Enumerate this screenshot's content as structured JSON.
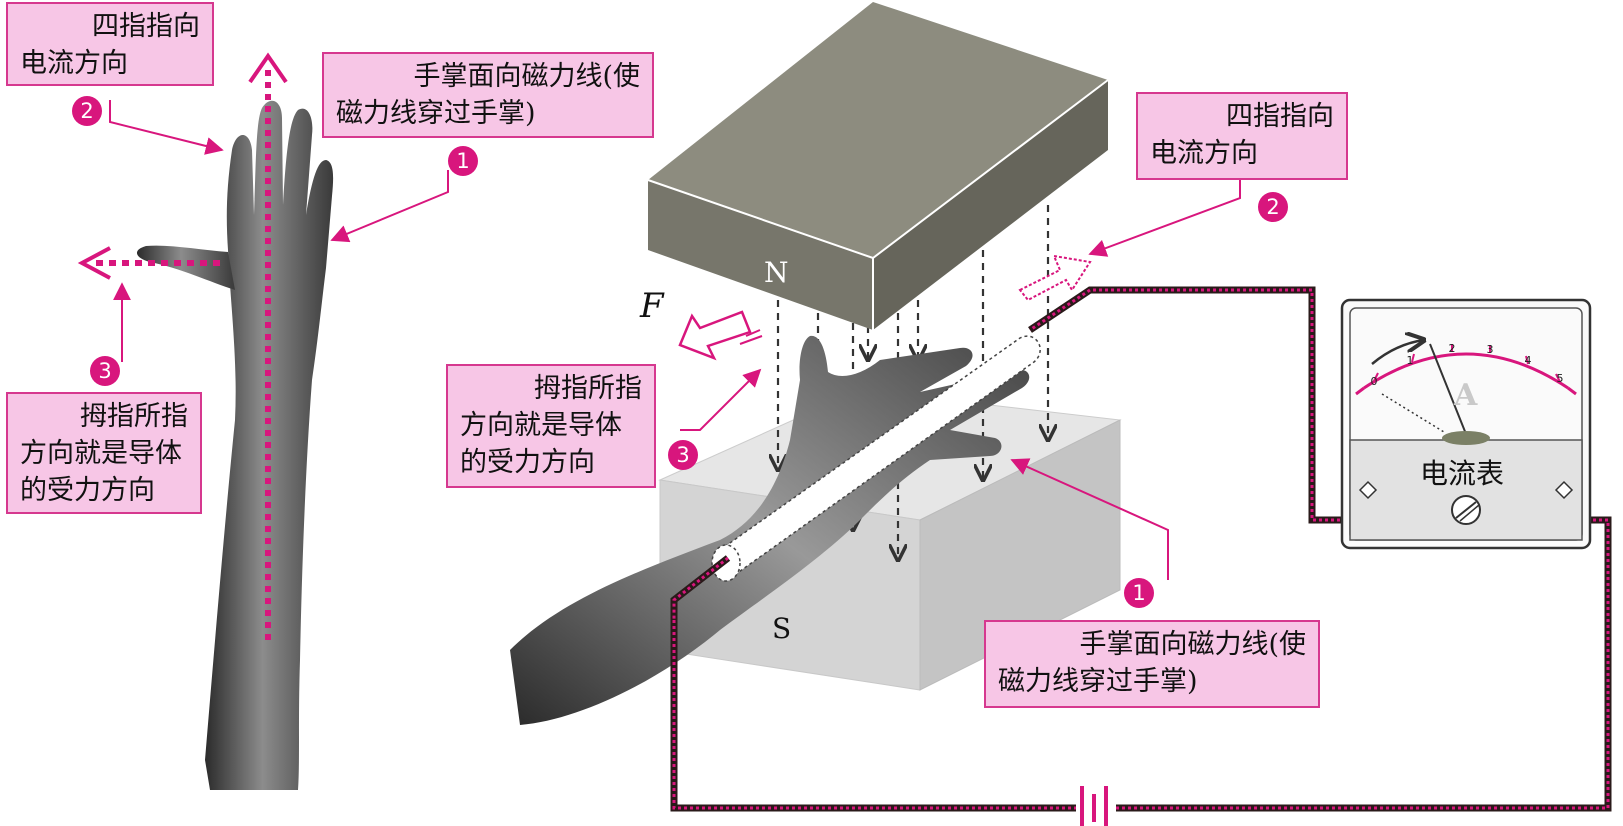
{
  "left_figure": {
    "label_current": {
      "line1": "四指指向",
      "line2": "电流方向",
      "badge": "2"
    },
    "label_palm": {
      "line1": "手掌面向磁力线(使",
      "line2": "磁力线穿过手掌)",
      "badge": "1"
    },
    "label_thumb": {
      "line1": "拇指所指",
      "line2": "方向就是导体",
      "line3": "的受力方向",
      "badge": "3"
    }
  },
  "right_figure": {
    "magnet_top_pole": "N",
    "magnet_bottom_pole": "S",
    "force_symbol": "F",
    "label_current": {
      "line1": "四指指向",
      "line2": "电流方向",
      "badge": "2"
    },
    "label_thumb": {
      "line1": "拇指所指",
      "line2": "方向就是导体",
      "line3": "的受力方向",
      "badge": "3"
    },
    "label_palm": {
      "line1": "手掌面向磁力线(使",
      "line2": "磁力线穿过手掌)",
      "badge": "1"
    },
    "ammeter": {
      "title": "电流表",
      "unit": "A",
      "scale": [
        "0",
        "1",
        "2",
        "3",
        "4",
        "5"
      ]
    }
  },
  "colors": {
    "accent": "#d8167d",
    "label_fill": "#f7c6e6",
    "magnet_dark": "#76756a",
    "magnet_light": "#d9d9d9"
  }
}
